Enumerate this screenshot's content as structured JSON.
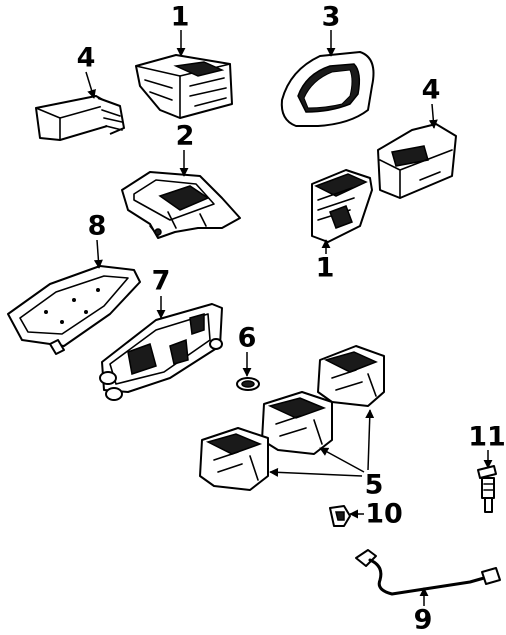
{
  "diagram": {
    "callouts": [
      {
        "id": "c1a",
        "label": "1"
      },
      {
        "id": "c1b",
        "label": "1"
      },
      {
        "id": "c2",
        "label": "2"
      },
      {
        "id": "c3",
        "label": "3"
      },
      {
        "id": "c4a",
        "label": "4"
      },
      {
        "id": "c4b",
        "label": "4"
      },
      {
        "id": "c5",
        "label": "5"
      },
      {
        "id": "c6",
        "label": "6"
      },
      {
        "id": "c7",
        "label": "7"
      },
      {
        "id": "c8",
        "label": "8"
      },
      {
        "id": "c9",
        "label": "9"
      },
      {
        "id": "c10",
        "label": "10"
      },
      {
        "id": "c11",
        "label": "11"
      }
    ]
  }
}
